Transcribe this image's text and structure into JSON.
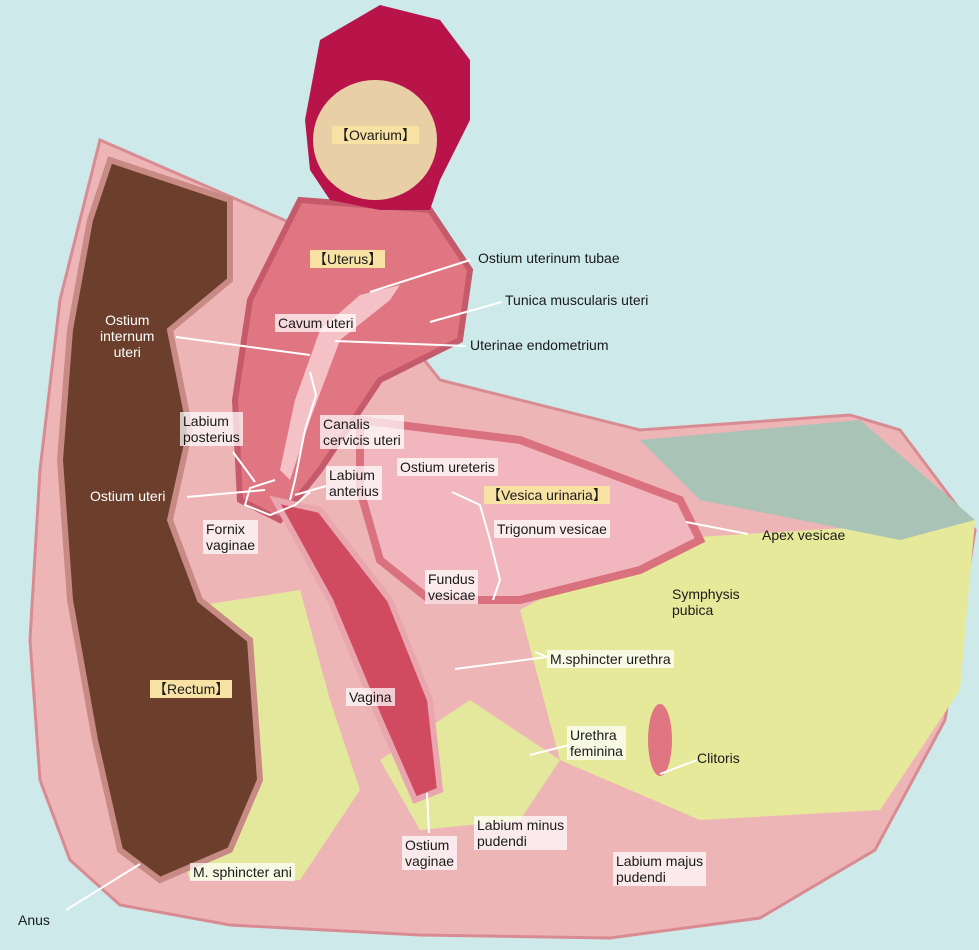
{
  "colors": {
    "background": "#cde9e9",
    "ovary_outer": "#b8144a",
    "ovary_inner": "#e9cfa6",
    "tissue": "#e9a0a6",
    "rectum": "#6b3f2c",
    "bladder": "#f2b6bf",
    "pubic_yellow": "#e6e99a",
    "label_highlight": "#f7e2a4"
  },
  "labels": {
    "ovarium": "【Ovarium】",
    "uterus": "【Uterus】",
    "ostium_uterinum_tubae": "Ostium uterinum tubae",
    "tunica_muscularis_uteri": "Tunica muscularis uteri",
    "cavum_uteri": "Cavum uteri",
    "uterinae_endometrium": "Uterinae endometrium",
    "ostium_internum_uteri": "Ostium\ninternum\nuteri",
    "labium_posterius": "Labium\nposterius",
    "canalis_cervicis_uteri": "Canalis\ncervicis uteri",
    "labium_anterius": "Labium\nanterius",
    "ostium_uteri": "Ostium uteri",
    "ostium_ureteris": "Ostium ureteris",
    "vesica_urinaria": "【Vesica urinaria】",
    "fornix_vaginae": "Fornix\nvaginae",
    "trigonum_vesicae": "Trigonum vesicae",
    "apex_vesicae": "Apex vesicae",
    "fundus_vesicae": "Fundus\nvesicae",
    "symphysis_pubica": "Symphysis\npubica",
    "m_sphincter_urethra": "M.sphincter urethra",
    "rectum": "【Rectum】",
    "vagina": "Vagina",
    "urethra_feminina": "Urethra\nfeminina",
    "clitoris": "Clitoris",
    "labium_minus_pudendi": "Labium minus\npudendi",
    "ostium_vaginae": "Ostium\nvaginae",
    "labium_majus_pudendi": "Labium majus\npudendi",
    "m_sphincter_ani": "M. sphincter ani",
    "anus": "Anus"
  }
}
